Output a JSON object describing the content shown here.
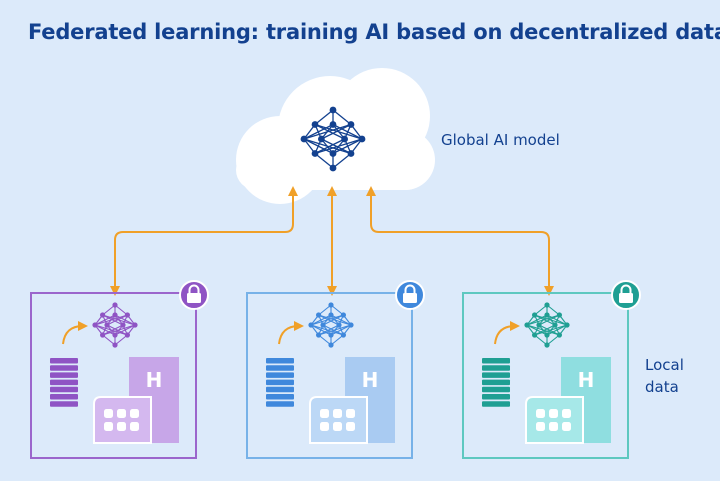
{
  "title": "Federated learning: training AI based on decentralized data",
  "global_label": "Global AI model",
  "local_label": "Local data",
  "colors": {
    "background": "#dceafa",
    "title": "#13418f",
    "arrows": "#f0a028",
    "cloud": "#ffffff",
    "global_model": "#13418f",
    "sites": [
      "#8f54c4",
      "#3f88dc",
      "#1f9f93"
    ],
    "site_borders": [
      "#9b66cc",
      "#77b2e8",
      "#5ec8c0"
    ],
    "site_fills": [
      "#c7a6e8",
      "#a9cbf2",
      "#8fdee0"
    ],
    "site_fills_light": [
      "#d4b8ef",
      "#bcd8f6",
      "#a6e8e8"
    ]
  },
  "sites": [
    {
      "name": "site-1",
      "label": "H"
    },
    {
      "name": "site-2",
      "label": "H"
    },
    {
      "name": "site-3",
      "label": "H"
    }
  ]
}
